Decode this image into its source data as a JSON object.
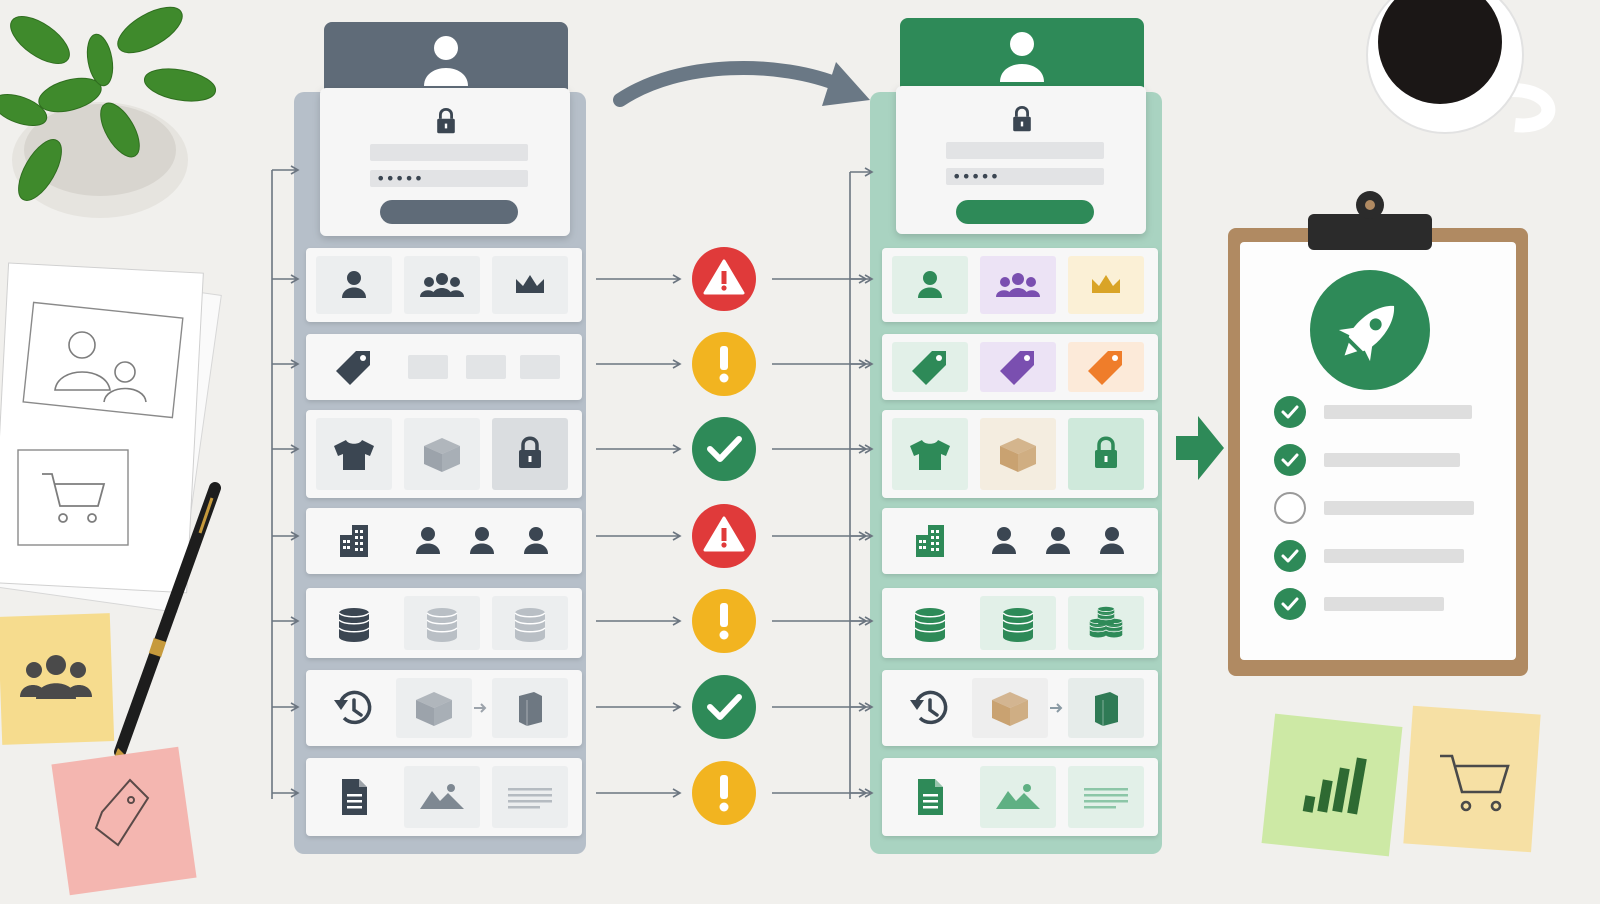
{
  "login_password_mask": "•••••",
  "colors": {
    "background": "#f1f0ed",
    "before_panel": "#b6bfc9",
    "before_header": "#5f6b78",
    "after_panel": "#a9d3c1",
    "after_header": "#2e8a58",
    "icon_dark": "#3b4652",
    "icon_gray": "#9ca3ab",
    "brand_green": "#2e8a58",
    "status_error": "#e03a3a",
    "status_warning": "#f2b420",
    "status_ok": "#2e8a58",
    "accent_purple": "#7a4fb0",
    "accent_orange": "#ef7d2a",
    "accent_gold": "#d9a427",
    "box_brown": "#c9a271"
  },
  "rows": [
    {
      "id": "roles",
      "status": "error",
      "before": [
        "user-icon",
        "team-icon",
        "crown-icon"
      ],
      "after": [
        "user-icon",
        "team-icon",
        "crown-icon"
      ]
    },
    {
      "id": "tags",
      "status": "warning",
      "before": [
        "tag-icon",
        "placeholder",
        "placeholder",
        "placeholder"
      ],
      "after": [
        "tag-icon",
        "tag-icon",
        "tag-icon"
      ]
    },
    {
      "id": "products",
      "status": "ok",
      "before": [
        "tshirt-icon",
        "box-icon",
        "lock-icon"
      ],
      "after": [
        "tshirt-icon",
        "box-icon",
        "lock-icon"
      ]
    },
    {
      "id": "organization",
      "status": "error",
      "before": [
        "building-icon",
        "user-icon",
        "user-icon",
        "user-icon"
      ],
      "after": [
        "building-icon",
        "user-icon",
        "user-icon",
        "user-icon"
      ]
    },
    {
      "id": "database",
      "status": "warning",
      "before": [
        "database-icon",
        "database-icon",
        "database-icon"
      ],
      "after": [
        "database-icon",
        "database-icon",
        "database-stack-icon"
      ]
    },
    {
      "id": "history",
      "status": "ok",
      "before": [
        "history-icon",
        "box-icon",
        "arrow-right-icon",
        "container-icon"
      ],
      "after": [
        "history-icon",
        "box-icon",
        "arrow-right-icon",
        "container-icon"
      ]
    },
    {
      "id": "content",
      "status": "warning",
      "before": [
        "document-icon",
        "image-icon",
        "text-lines-icon"
      ],
      "after": [
        "document-icon",
        "image-icon",
        "text-lines-icon"
      ]
    }
  ],
  "checklist": {
    "badge_icon": "rocket-icon",
    "items": [
      "checked",
      "checked",
      "unchecked",
      "checked",
      "checked"
    ]
  },
  "decorations": [
    "plant",
    "sketch-paper-team",
    "sketch-paper-cart",
    "pen",
    "sticky-note-team",
    "sticky-note-tag",
    "coffee-cup",
    "sticky-note-chart",
    "sticky-note-cart"
  ]
}
